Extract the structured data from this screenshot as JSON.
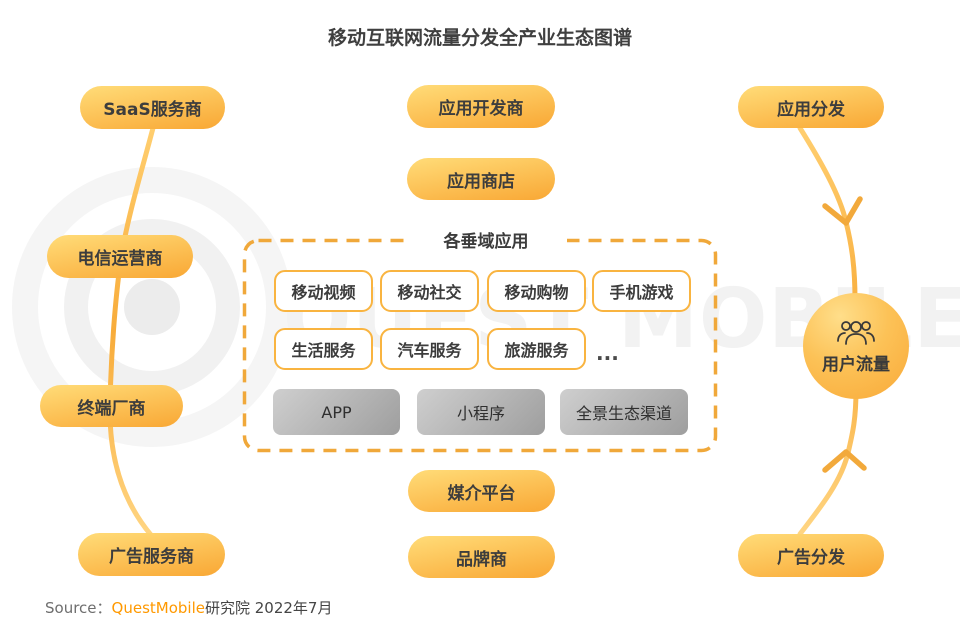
{
  "title": "移动互联网流量分发全产业生态图谱",
  "watermark": {
    "text": "QUEST MOBILE",
    "logo": "quest-mobile-q-logo"
  },
  "left_chain": {
    "items": [
      "SaaS服务商",
      "电信运营商",
      "终端厂商",
      "广告服务商"
    ]
  },
  "middle": {
    "app_developer": "应用开发商",
    "app_store": "应用商店",
    "vertical_box": {
      "label": "各垂域应用",
      "row1": [
        "移动视频",
        "移动社交",
        "移动购物",
        "手机游戏"
      ],
      "row2": [
        "生活服务",
        "汽车服务",
        "旅游服务"
      ],
      "ellipsis": "...",
      "channels": [
        "APP",
        "小程序",
        "全景生态渠道"
      ]
    },
    "media_platform": "媒介平台",
    "brand_owner": "品牌商"
  },
  "right_chain": {
    "app_distribution": "应用分发",
    "user_traffic": "用户流量",
    "ad_distribution": "广告分发"
  },
  "source": {
    "prefix": "Source：",
    "brand": "QuestMobile",
    "suffix": "研究院 2022年7月"
  },
  "colors": {
    "pill_gradient_start": "#FFD873",
    "pill_gradient_end": "#F9AA38",
    "chip_border": "#F9B440",
    "dashed_border": "#F0A83A",
    "connector_gold": "#F8AC3A",
    "gray_box_start": "#CFCFCF",
    "gray_box_end": "#9E9E9E",
    "text_dark": "#3C3C3C",
    "brand_orange": "#FF9900",
    "watermark_gray": "#F2F2F2"
  }
}
